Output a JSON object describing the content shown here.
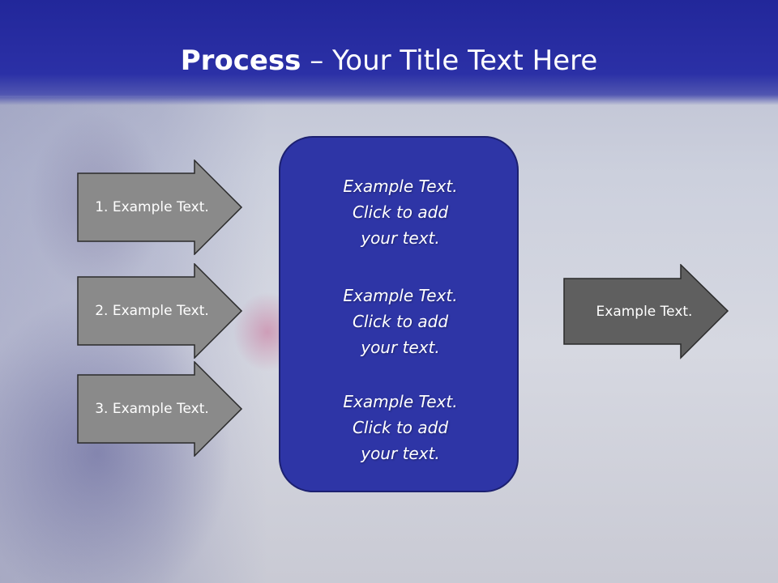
{
  "title": {
    "bold": "Process",
    "rest": " – Your Title Text Here"
  },
  "left_arrows": [
    {
      "label": "1. Example Text."
    },
    {
      "label": "2. Example Text."
    },
    {
      "label": "3. Example Text."
    }
  ],
  "panel": {
    "items": [
      {
        "line1": "Example Text.",
        "line2": "Click  to add",
        "line3": "your text."
      },
      {
        "line1": "Example Text.",
        "line2": "Click  to add",
        "line3": "your text."
      },
      {
        "line1": "Example Text.",
        "line2": "Click  to add",
        "line3": "your text."
      }
    ]
  },
  "right_arrow": {
    "label": "Example Text."
  },
  "colors": {
    "title_bar": "#22279a",
    "panel_fill": "#2e35a6",
    "left_arrow_fill": "#8a8a8a",
    "right_arrow_fill": "#5f5f5f"
  }
}
